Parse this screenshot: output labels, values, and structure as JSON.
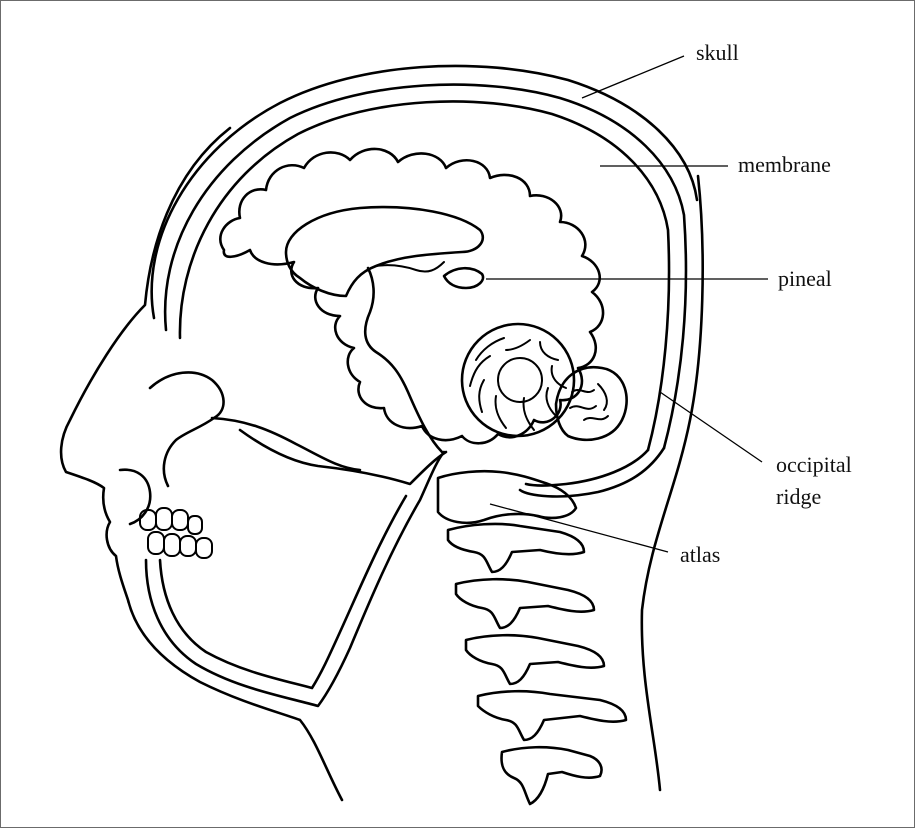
{
  "diagram": {
    "labels": {
      "skull": "skull",
      "membrane": "membrane",
      "pineal": "pineal",
      "occipital_line1": "occipital",
      "occipital_line2": "ridge",
      "atlas": "atlas"
    },
    "colors": {
      "line": "#000000",
      "background": "#ffffff",
      "frame": "#6b6b6b"
    }
  }
}
